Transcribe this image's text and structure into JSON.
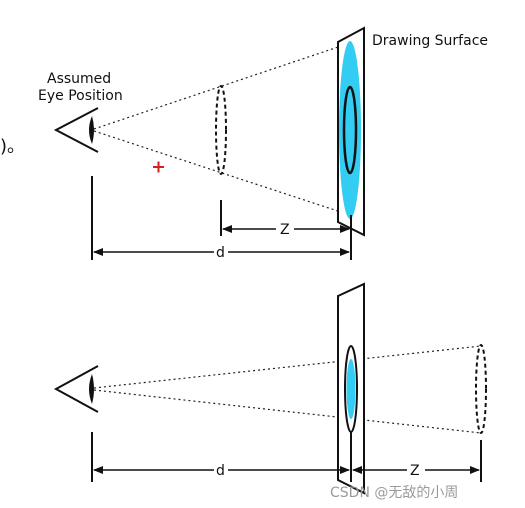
{
  "labels": {
    "drawing_surface": "Drawing Surface",
    "eye_line1": "Assumed",
    "eye_line2": "Eye Position",
    "z_top": "Z",
    "d_top": "d",
    "d_bottom": "d",
    "z_bottom": "Z",
    "fragment": ")。",
    "watermark": "CSDN @无敌的小周"
  },
  "colors": {
    "line": "#111111",
    "image_fill": "#33ccf2",
    "marker": "#d62020",
    "watermark": "#9a9a9a"
  },
  "icons": {
    "eye": "eye-icon",
    "marker": "plus-marker-icon"
  }
}
